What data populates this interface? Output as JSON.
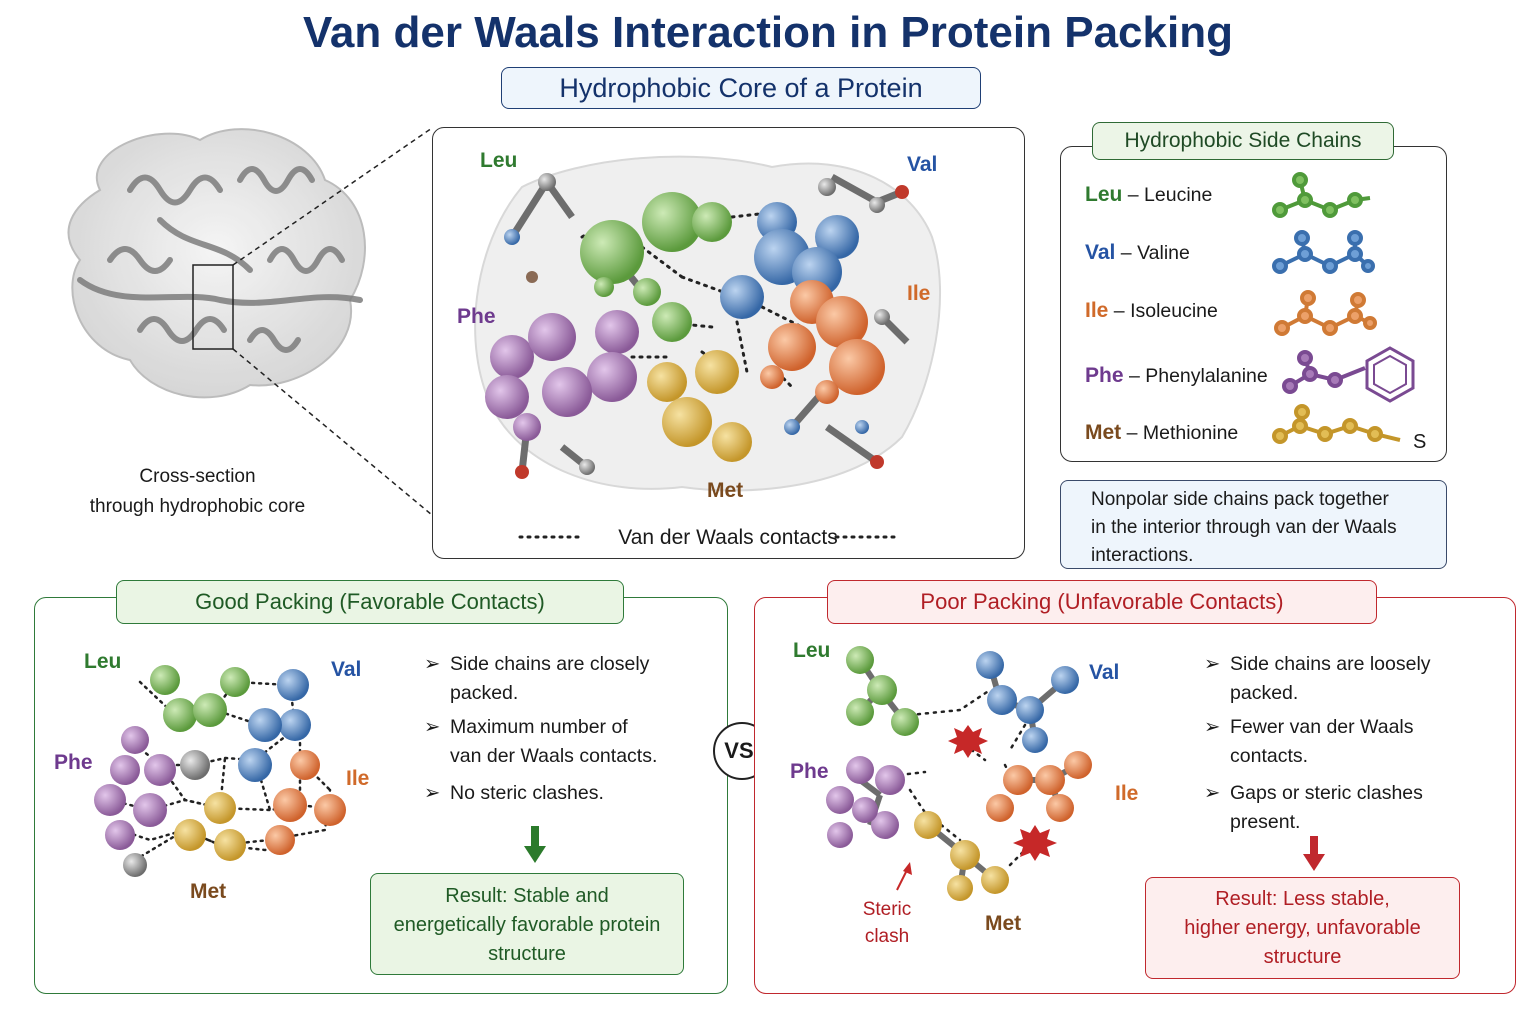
{
  "title": "Van der Waals Interaction in Protein Packing",
  "subtitle": "Hydrophobic Core of a Protein",
  "protein": {
    "caption_line1": "Cross-section",
    "caption_line2": "through hydrophobic core"
  },
  "core": {
    "labels": {
      "leu": "Leu",
      "val": "Val",
      "ile": "Ile",
      "phe": "Phe",
      "met": "Met"
    },
    "contacts_label": "Van der Waals contacts"
  },
  "legend": {
    "title": "Hydrophobic Side Chains",
    "items": [
      {
        "code": "Leu",
        "sep": "–",
        "name": "Leucine",
        "color": "#2f7a2f"
      },
      {
        "code": "Val",
        "sep": "–",
        "name": "Valine",
        "color": "#2553a3"
      },
      {
        "code": "Ile",
        "sep": "–",
        "name": "Isoleucine",
        "color": "#d06a2a"
      },
      {
        "code": "Phe",
        "sep": "–",
        "name": "Phenylalanine",
        "color": "#6e3a8e"
      },
      {
        "code": "Met",
        "sep": "–",
        "name": "Methionine",
        "color": "#7a4a1e"
      }
    ],
    "sulfur_label": "S"
  },
  "note": {
    "line1": "Nonpolar side chains pack together",
    "line2": "in the interior through van der Waals",
    "line3": "interactions."
  },
  "good": {
    "title": "Good Packing (Favorable Contacts)",
    "labels": {
      "leu": "Leu",
      "val": "Val",
      "ile": "Ile",
      "phe": "Phe",
      "met": "Met"
    },
    "bullets": [
      {
        "l1": "Side chains are closely",
        "l2": "packed."
      },
      {
        "l1": "Maximum number of",
        "l2": "van der Waals contacts."
      },
      {
        "l1": "No steric clashes.",
        "l2": ""
      }
    ],
    "result": {
      "l1": "Result: Stable and",
      "l2": "energetically favorable protein",
      "l3": "structure"
    }
  },
  "vs": "VS.",
  "poor": {
    "title": "Poor Packing (Unfavorable Contacts)",
    "labels": {
      "leu": "Leu",
      "val": "Val",
      "ile": "Ile",
      "phe": "Phe",
      "met": "Met"
    },
    "clash_l1": "Steric",
    "clash_l2": "clash",
    "bullets": [
      {
        "l1": "Side chains are loosely",
        "l2": "packed."
      },
      {
        "l1": "Fewer van der Waals",
        "l2": "contacts."
      },
      {
        "l1": "Gaps or steric clashes",
        "l2": "present."
      }
    ],
    "result": {
      "l1": "Result: Less stable,",
      "l2": "higher energy, unfavorable",
      "l3": "structure"
    }
  },
  "colors": {
    "leu": "#6fae4f",
    "val": "#4a7fbd",
    "ile": "#e07b45",
    "phe": "#9a6aa8",
    "met": "#b48a3c",
    "good_border": "#2f7a3a",
    "poor_border": "#c0282e",
    "title_blue": "#14326b"
  }
}
